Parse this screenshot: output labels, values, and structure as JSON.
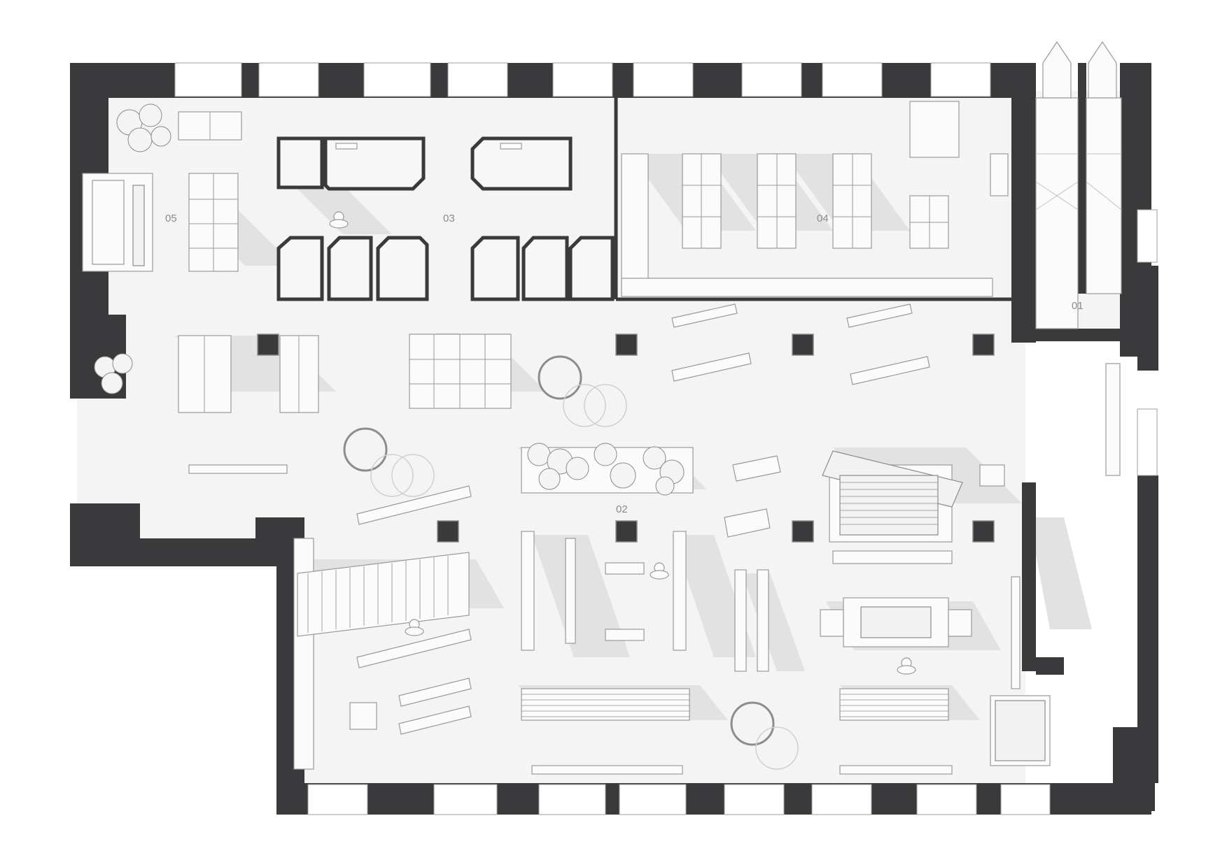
{
  "diagram": {
    "kind": "architectural floor plan",
    "colors": {
      "wall": "#3a3a3c",
      "floor": "#f4f4f4",
      "shadow": "#e2e2e2",
      "furniture": "#fbfbfb",
      "linework": "#9a9a9a",
      "label": "#8a8a8a"
    },
    "rooms": [
      {
        "id": "room-01",
        "label": "01"
      },
      {
        "id": "room-02",
        "label": "02"
      },
      {
        "id": "room-03",
        "label": "03"
      },
      {
        "id": "room-04",
        "label": "04"
      },
      {
        "id": "room-05",
        "label": "05"
      }
    ]
  }
}
